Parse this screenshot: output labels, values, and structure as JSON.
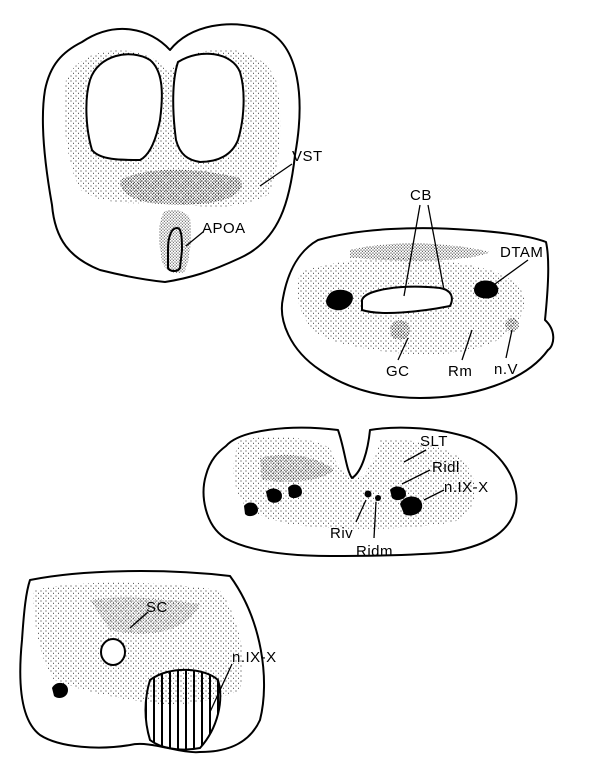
{
  "sections": {
    "forebrain": {
      "labels": {
        "vst": "VST",
        "apoa": "APOA"
      }
    },
    "midbrain": {
      "labels": {
        "cb": "CB",
        "dtam": "DTAM",
        "gc": "GC",
        "rm": "Rm",
        "nv": "n.V"
      }
    },
    "hindbrain": {
      "labels": {
        "slt": "SLT",
        "ridl": "Ridl",
        "nixx": "n.IX-X",
        "riv": "Riv",
        "ridm": "Ridm"
      }
    },
    "spinal": {
      "labels": {
        "sc": "SC",
        "nixx": "n.IX-X"
      }
    }
  },
  "colors": {
    "ink": "#000000",
    "paper": "#ffffff"
  }
}
